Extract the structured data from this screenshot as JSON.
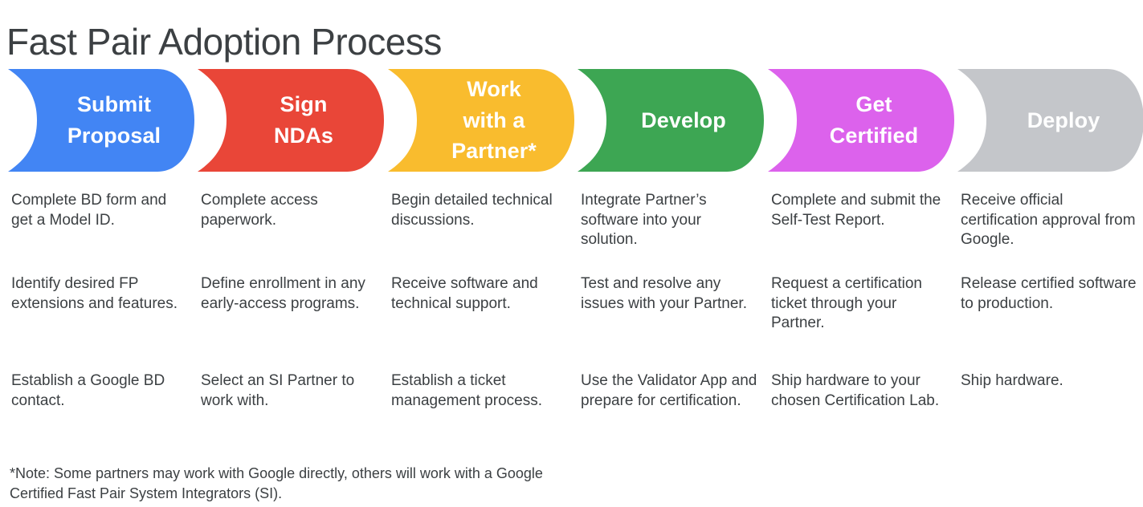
{
  "title": "Fast Pair Adoption Process",
  "colors": {
    "title_text": "#3c4043",
    "body_text": "#3c4043",
    "stage_text": "#ffffff",
    "background": "#ffffff",
    "stage_blue": "#4285f4",
    "stage_red": "#e94638",
    "stage_yellow": "#f9bc2e",
    "stage_green": "#3da653",
    "stage_magenta": "#dc62ec",
    "stage_grey": "#c4c6ca"
  },
  "stages": [
    {
      "label": "Submit\nProposal",
      "color": "#4285f4",
      "name": "submit-proposal"
    },
    {
      "label": "Sign\nNDAs",
      "color": "#e94638",
      "name": "sign-ndas"
    },
    {
      "label": "Work\nwith a\nPartner*",
      "color": "#f9bc2e",
      "name": "work-with-a-partner"
    },
    {
      "label": "Develop",
      "color": "#3da653",
      "name": "develop"
    },
    {
      "label": "Get\nCertified",
      "color": "#dc62ec",
      "name": "get-certified"
    },
    {
      "label": "Deploy",
      "color": "#c4c6ca",
      "name": "deploy"
    }
  ],
  "columns": [
    {
      "stage": "Submit Proposal",
      "items": [
        "Complete BD form and get a Model ID.",
        "Identify desired FP extensions and features.",
        "Establish a Google BD contact."
      ]
    },
    {
      "stage": "Sign NDAs",
      "items": [
        "Complete access paperwork.",
        "Define enrollment in any early-access programs.",
        "Select an SI Partner to work with."
      ]
    },
    {
      "stage": "Work with a Partner*",
      "items": [
        "Begin detailed technical discussions.",
        "Receive software and technical support.",
        "Establish a ticket management process."
      ]
    },
    {
      "stage": "Develop",
      "items": [
        "Integrate Partner’s software into your solution.",
        "Test and resolve any issues with your Partner.",
        "Use the Validator App and prepare for certification."
      ]
    },
    {
      "stage": "Get Certified",
      "items": [
        "Complete and submit the Self-Test Report.",
        "Request a certification ticket through your Partner.",
        "Ship hardware to your chosen Certification Lab."
      ]
    },
    {
      "stage": "Deploy",
      "items": [
        "Receive official certification approval from Google.",
        "Release certified software to production.",
        "Ship hardware."
      ]
    }
  ],
  "footnote": "*Note: Some partners may work with Google directly, others will work with a Google Certified Fast Pair System Integrators (SI)."
}
